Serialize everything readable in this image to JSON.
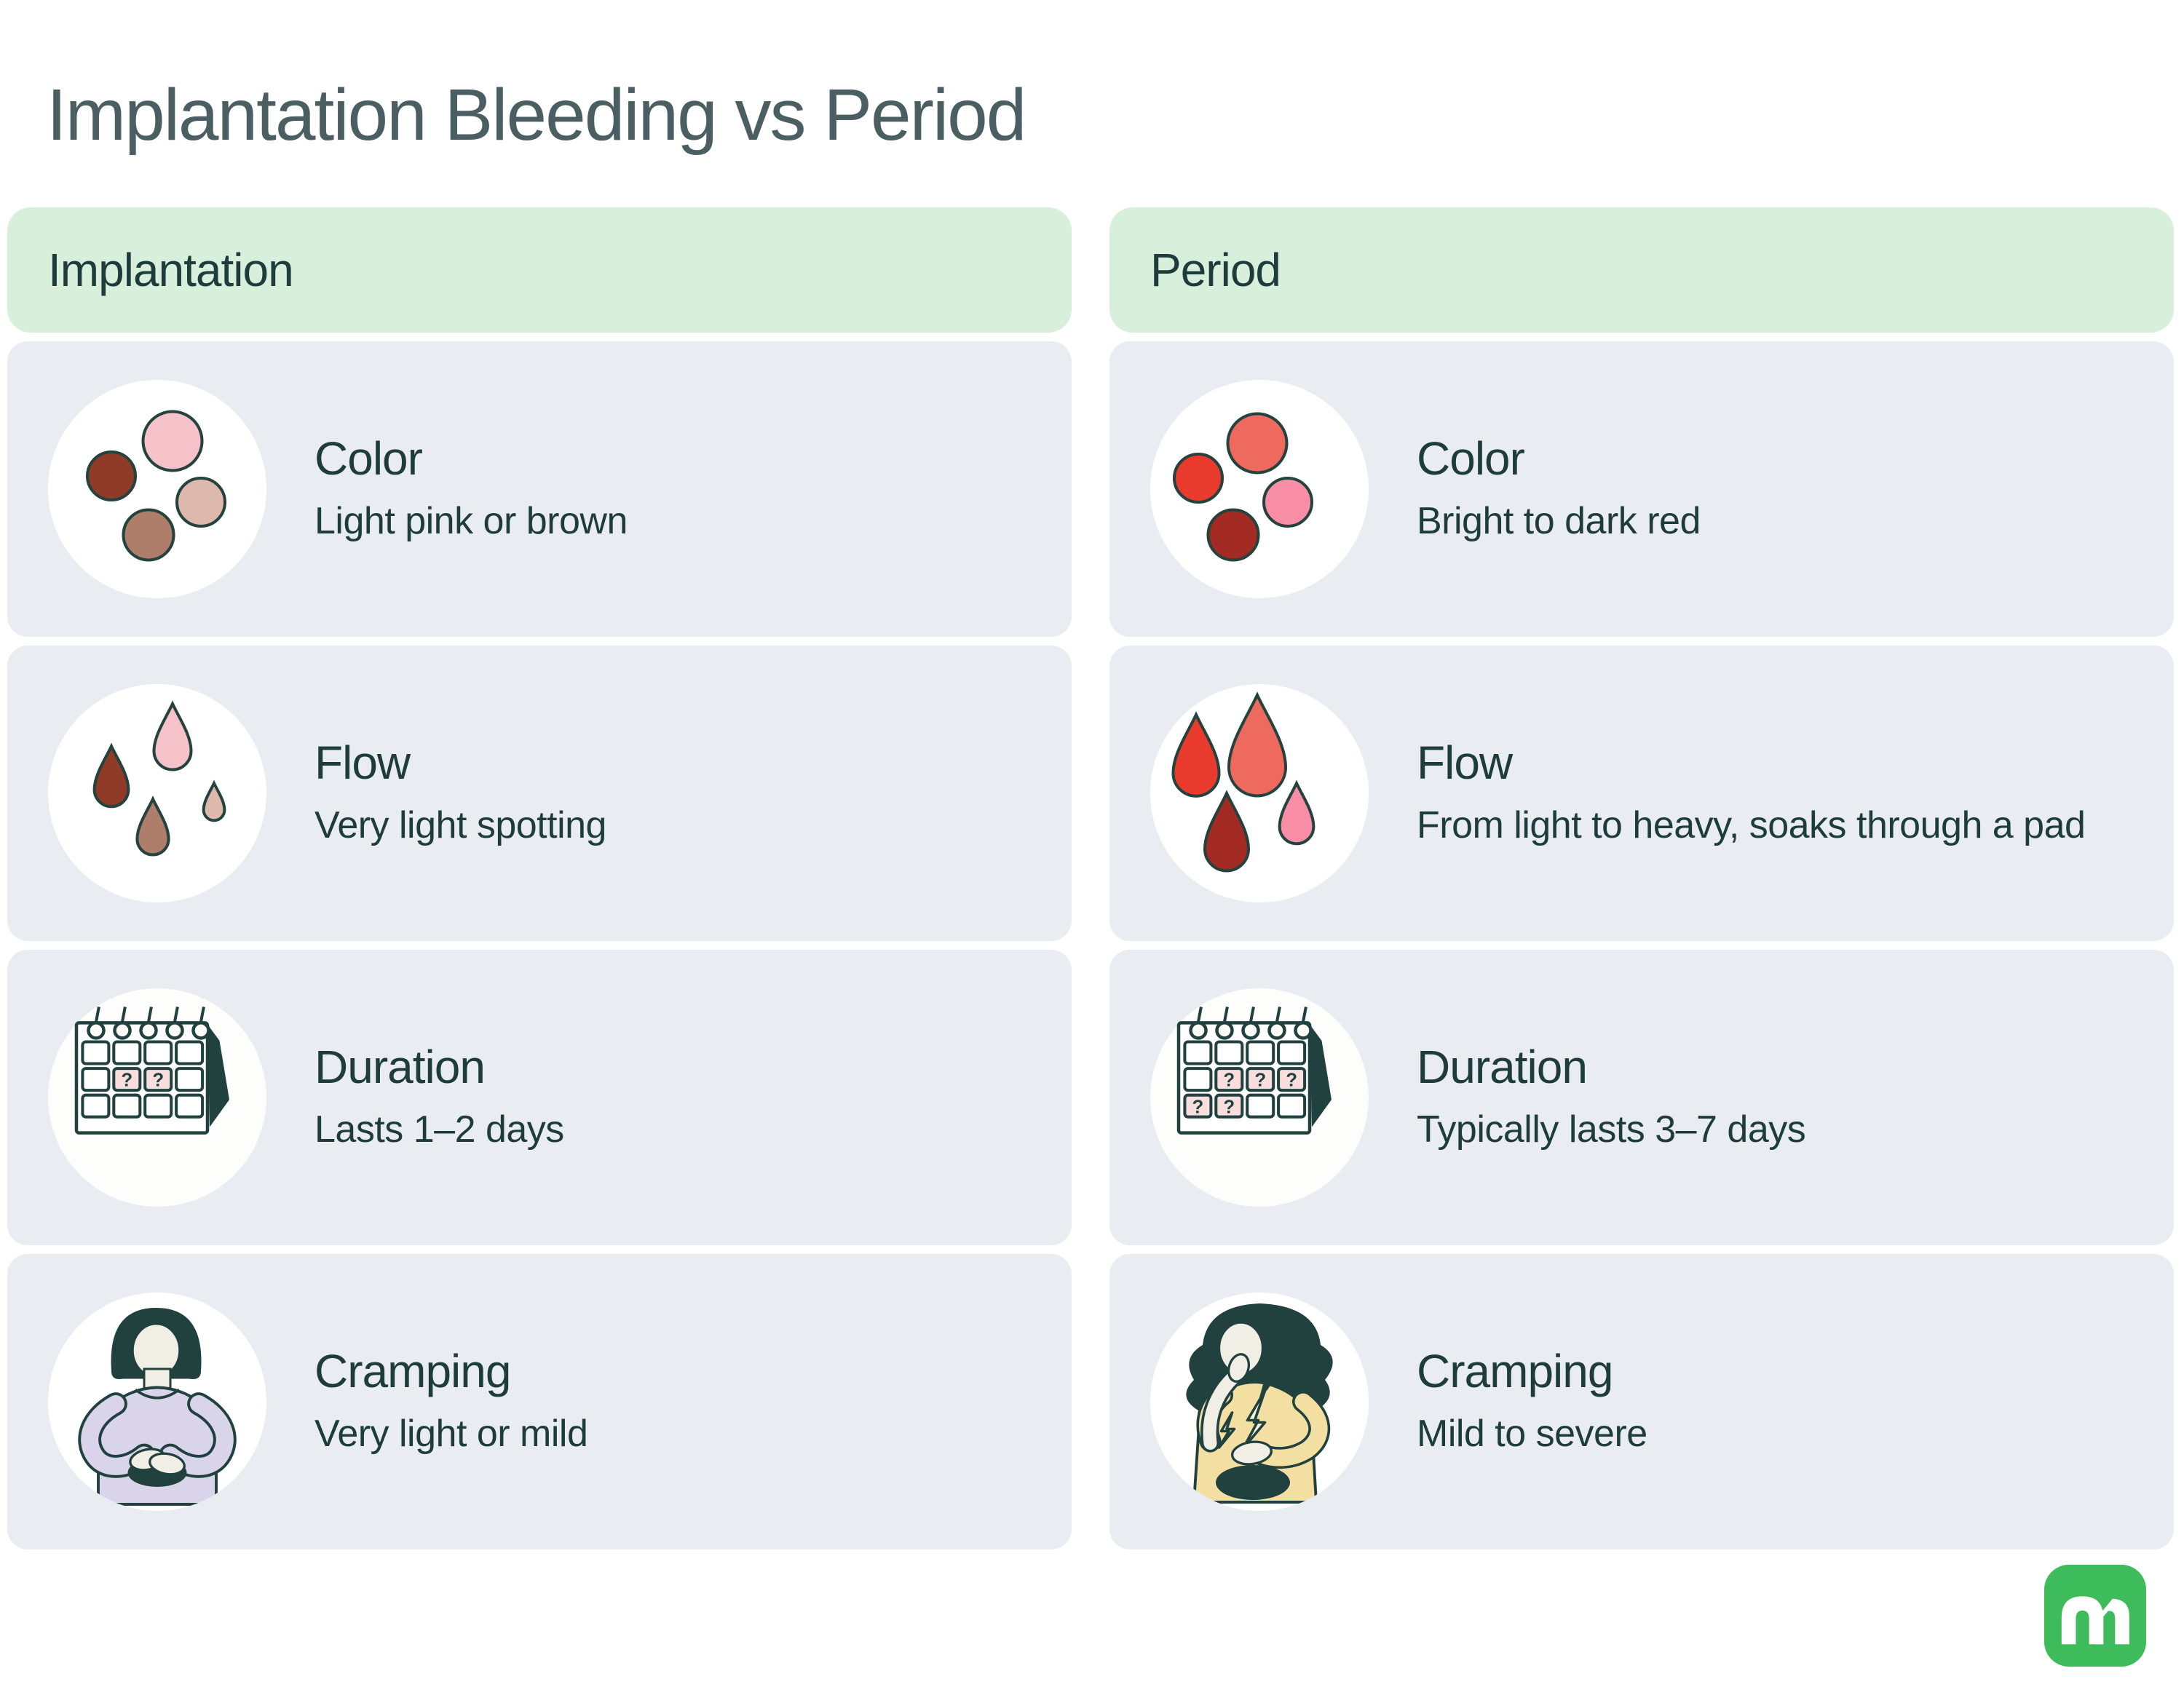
{
  "page": {
    "title": "Implantation Bleeding vs Period"
  },
  "columns": [
    {
      "header": "Implantation",
      "rows": [
        {
          "icon": "blood-color-circles-icon",
          "title": "Color",
          "description": "Light pink or brown"
        },
        {
          "icon": "blood-drops-icon",
          "title": "Flow",
          "description": "Very light spotting"
        },
        {
          "icon": "calendar-icon",
          "title": "Duration",
          "description": "Lasts 1–2 days"
        },
        {
          "icon": "woman-cramping-icon",
          "title": "Cramping",
          "description": "Very light or mild"
        }
      ]
    },
    {
      "header": "Period",
      "rows": [
        {
          "icon": "blood-color-circles-icon",
          "title": "Color",
          "description": "Bright to dark red"
        },
        {
          "icon": "blood-drops-icon",
          "title": "Flow",
          "description": "From light to heavy, soaks through a pad"
        },
        {
          "icon": "calendar-icon",
          "title": "Duration",
          "description": "Typically lasts 3–7 days"
        },
        {
          "icon": "woman-cramping-icon",
          "title": "Cramping",
          "description": "Mild to severe"
        }
      ]
    }
  ],
  "icons": {
    "calendar_question_mark": "?"
  },
  "palette": {
    "header_green": "#d8efdb",
    "card_gray": "#e9edf2",
    "text_dark": "#1d3c3b",
    "title_slate": "#4b5f63",
    "outline_teal": "#24423e",
    "logo_green": "#3ebc5b",
    "calendar_highlight": "#fadede",
    "implantation_blood": [
      "#f6c2c9",
      "#8f3b27",
      "#dcb9ac",
      "#ae7e6a"
    ],
    "period_blood": [
      "#ee6a5e",
      "#e93b2d",
      "#f78ea6",
      "#a32b24"
    ],
    "implantation_drops": [
      "#f6c2c9",
      "#8f3b27",
      "#ae7e6a",
      "#dcb9ac"
    ],
    "period_drops": [
      "#ee6a5e",
      "#e93b2d",
      "#a32b24",
      "#f78ea6"
    ]
  }
}
